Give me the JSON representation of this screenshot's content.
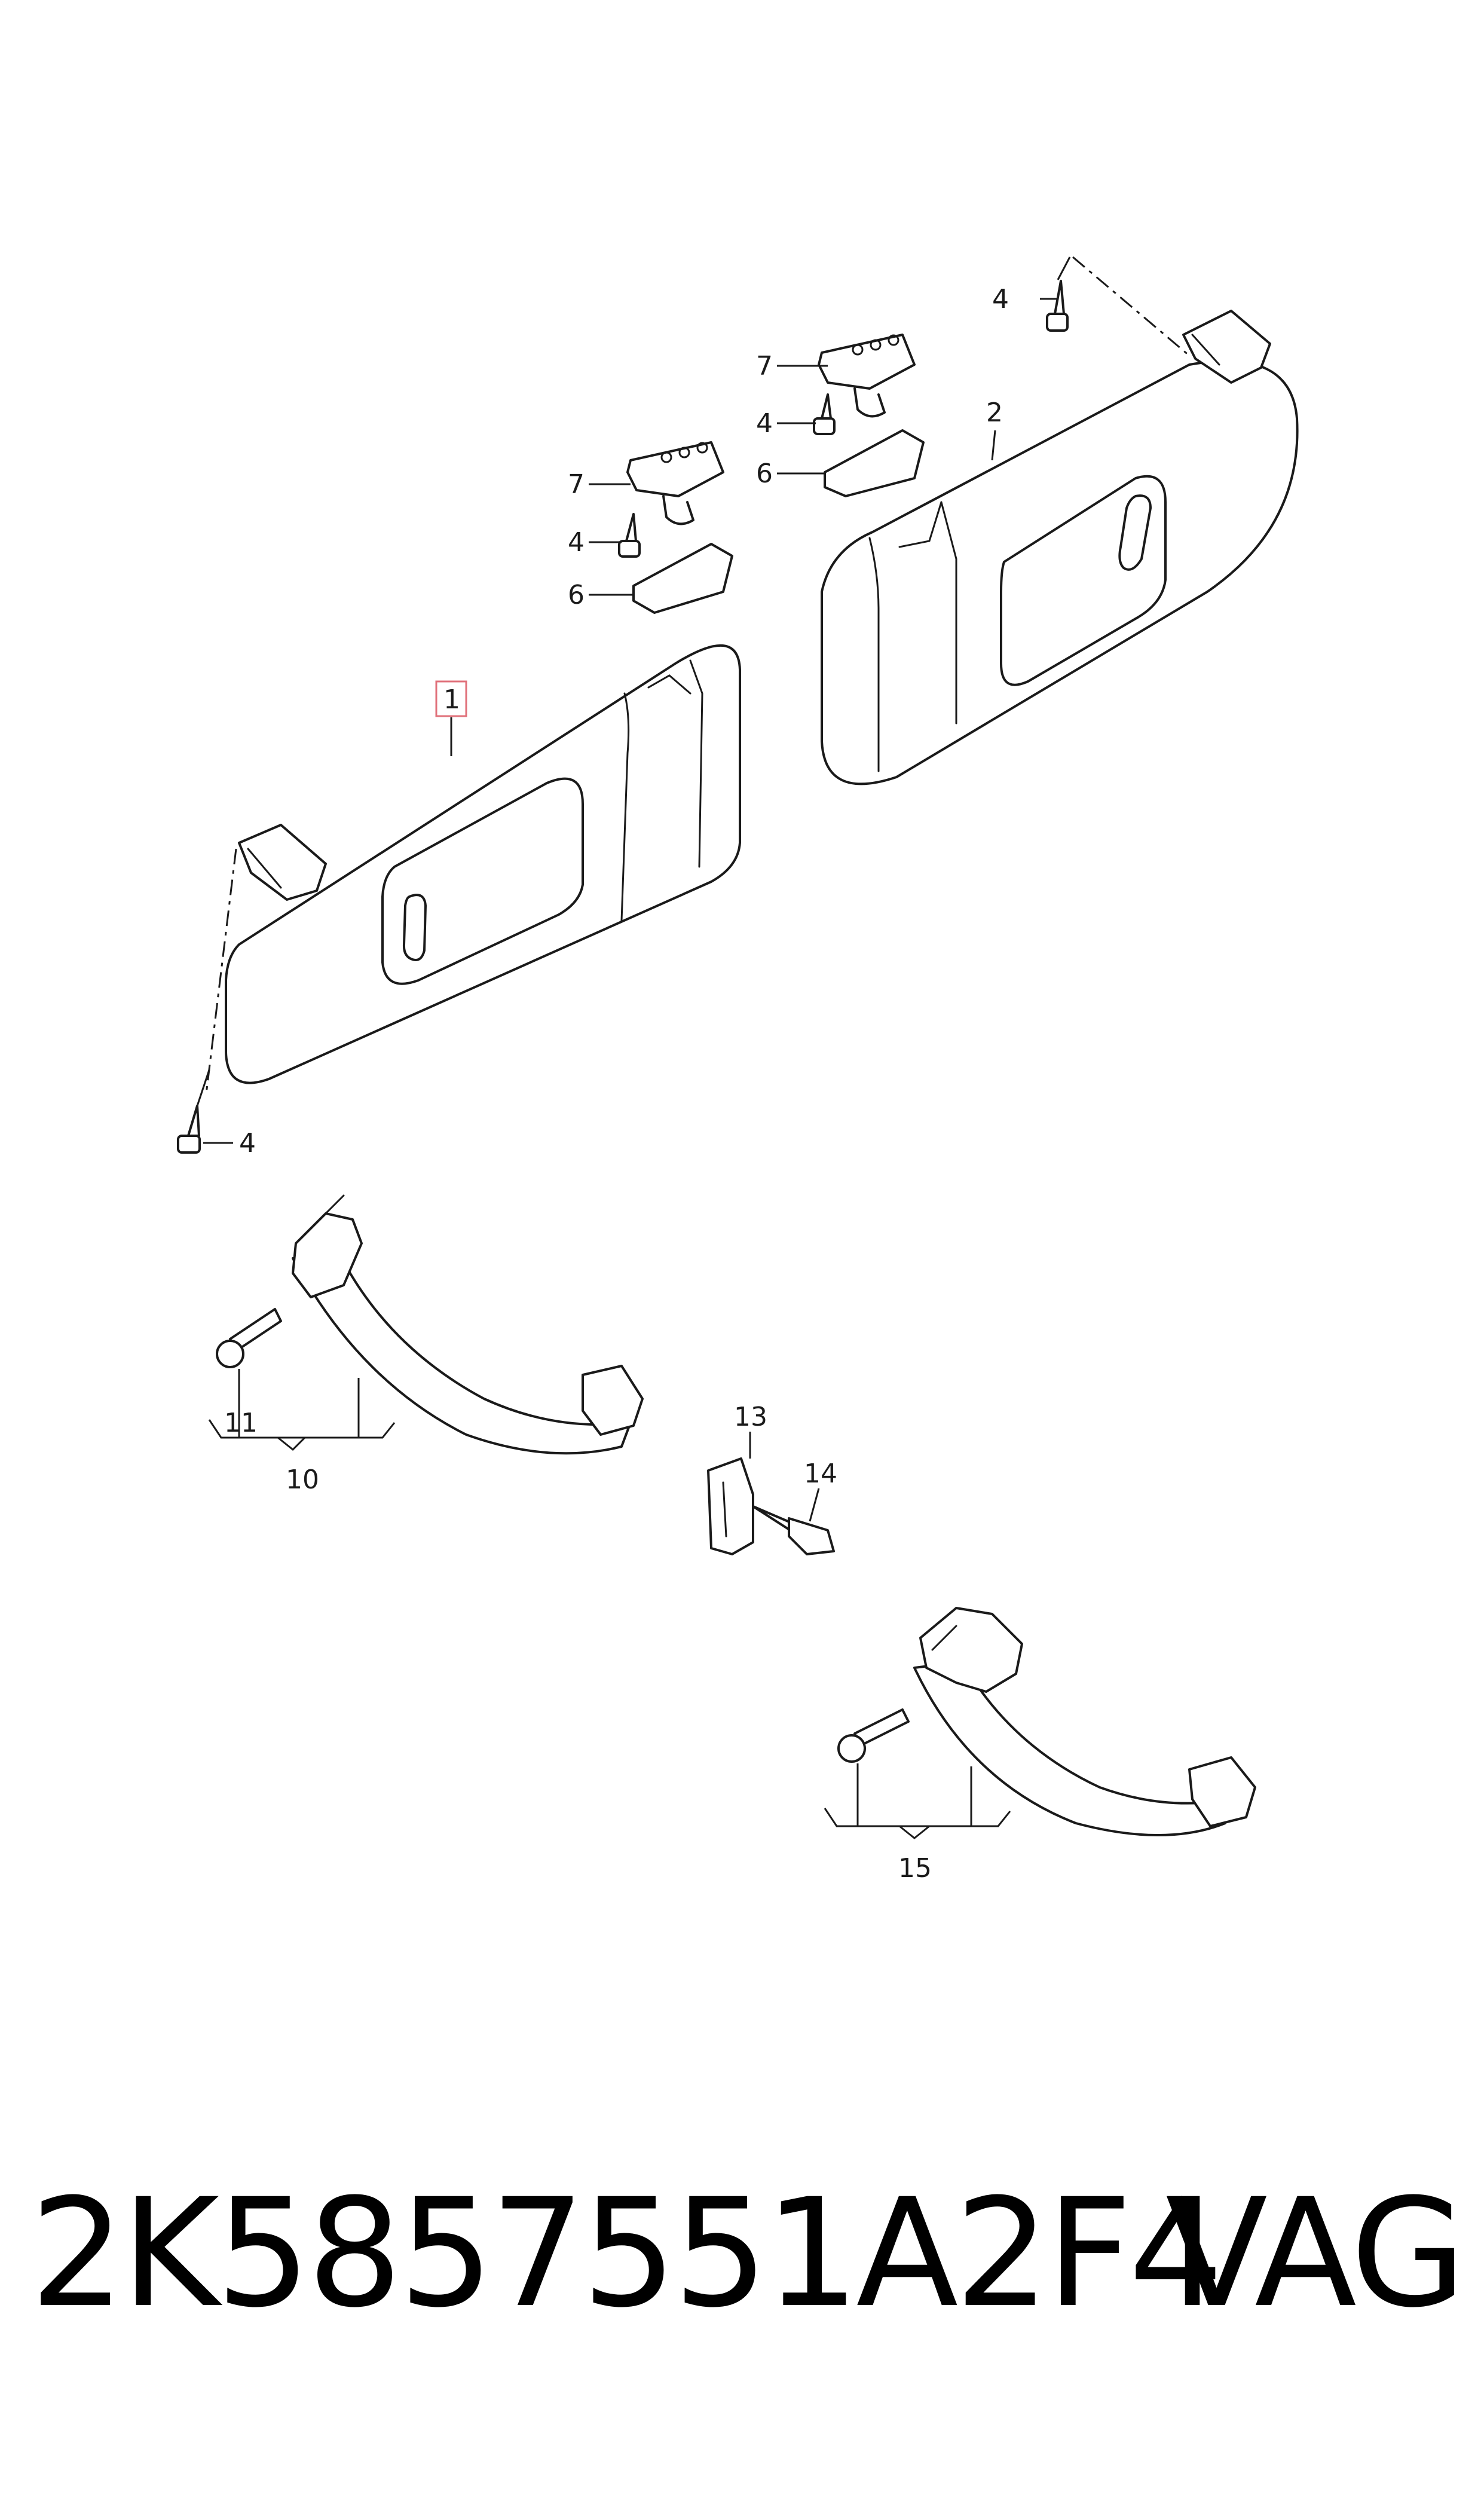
{
  "callouts": {
    "c1": "1",
    "c2": "2",
    "c4": "4",
    "c6": "6",
    "c7": "7",
    "c10": "10",
    "c11": "11",
    "c13": "13",
    "c14": "14",
    "c15": "15"
  },
  "footer": {
    "part_number": "2K5857551A2F4",
    "brand": "VAG"
  },
  "colors": {
    "line": "#1a1a1a",
    "highlight_box": "#e0707a",
    "background": "#ffffff"
  }
}
